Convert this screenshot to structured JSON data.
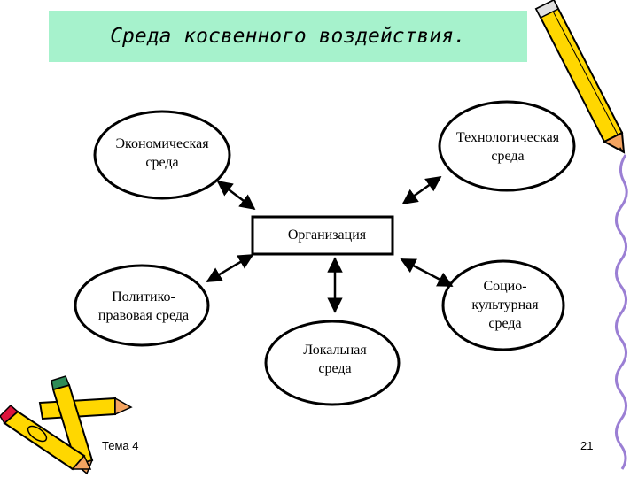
{
  "title": "Среда косвенного воздействия.",
  "nodes": {
    "economic": "Экономическая\nсреда",
    "technological": "Технологическая\nсреда",
    "organization": "Организация",
    "political": "Политико-\nправовая среда",
    "sociocultural": "Социо-\nкультурная\nсреда",
    "local": "Локальная\nсреда"
  },
  "footer": {
    "topic": "Тема 4",
    "page": "21"
  },
  "decorations": {
    "top_right": "pencil-icon",
    "bottom_left": "pencils-icon",
    "right_edge": "wavy-border"
  },
  "colors": {
    "title_bg": "#a6f2cc",
    "pencil_yellow": "#ffd700",
    "pencil_tip": "#f4a460",
    "border_purple": "#9b7fd4"
  }
}
